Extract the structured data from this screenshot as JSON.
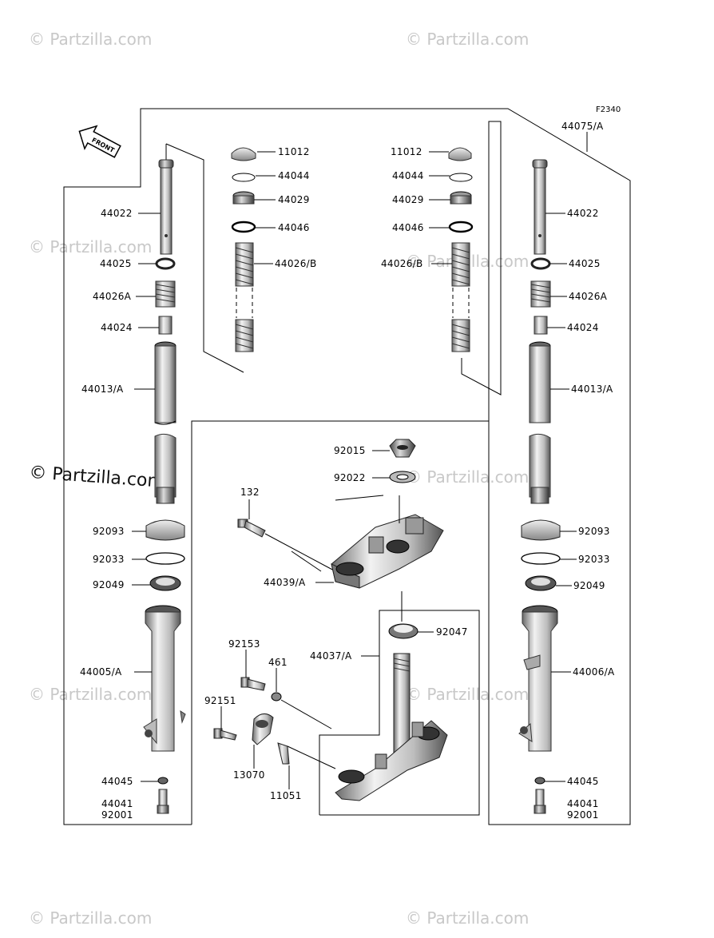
{
  "diagram_code": "F2340",
  "front_label": "FRONT",
  "watermark": "© Partzilla.com",
  "watermark_main": "© Partzilla.com",
  "labels": {
    "l_44075A": "44075/A",
    "l_11012_l": "11012",
    "l_44044_l": "44044",
    "l_44029_l": "44029",
    "l_44046_l": "44046",
    "l_44026B_l": "44026/B",
    "l_11012_r": "11012",
    "l_44044_r": "44044",
    "l_44029_r": "44029",
    "l_44046_r": "44046",
    "l_44026B_r": "44026/B",
    "l_44022_l": "44022",
    "l_44025_l": "44025",
    "l_44026A_l": "44026A",
    "l_44024_l": "44024",
    "l_44013A_l": "44013/A",
    "l_92093_l": "92093",
    "l_92033_l": "92033",
    "l_92049_l": "92049",
    "l_44005A": "44005/A",
    "l_44045_l": "44045",
    "l_44041_l": "44041",
    "l_92001_l": "92001",
    "l_44022_r": "44022",
    "l_44025_r": "44025",
    "l_44026A_r": "44026A",
    "l_44024_r": "44024",
    "l_44013A_r": "44013/A",
    "l_92093_r": "92093",
    "l_92033_r": "92033",
    "l_92049_r": "92049",
    "l_44006A": "44006/A",
    "l_44045_r": "44045",
    "l_44041_r": "44041",
    "l_92001_r": "92001",
    "l_92015": "92015",
    "l_92022": "92022",
    "l_132": "132",
    "l_44039A": "44039/A",
    "l_92047": "92047",
    "l_44037A": "44037/A",
    "l_92153": "92153",
    "l_461": "461",
    "l_92151": "92151",
    "l_13070": "13070",
    "l_11051": "11051"
  }
}
